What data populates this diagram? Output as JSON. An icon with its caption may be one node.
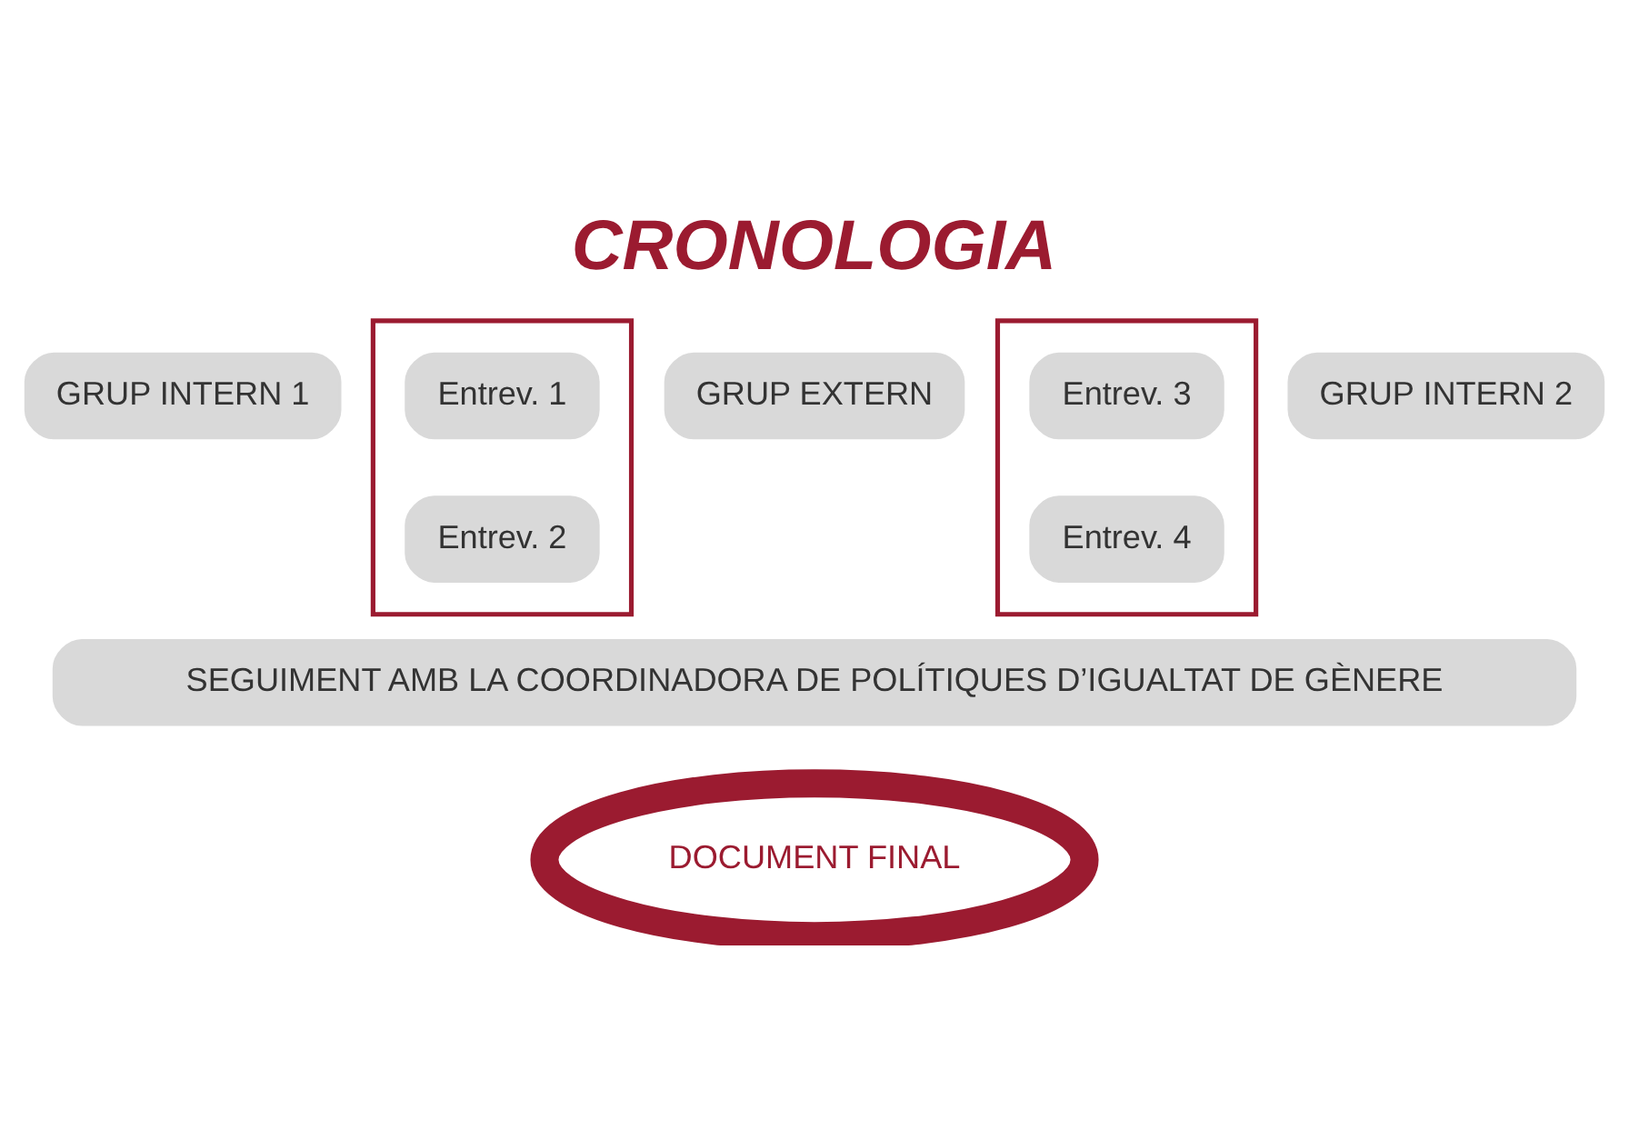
{
  "diagram": {
    "title": "CRONOLOGIA",
    "nodes": [
      {
        "text": [
          "GRUP INTERN 1"
        ]
      },
      {
        "text": [],
        "shape": "box"
      },
      {
        "text": [
          "Entrev. 1"
        ],
        "in": 1
      },
      {
        "text": [
          "Entrev. 2"
        ],
        "in": 1
      },
      {
        "text": [
          "GRUP EXTERN"
        ]
      },
      {
        "text": [],
        "shape": "box"
      },
      {
        "text": [
          "Entrev. 3"
        ],
        "in": 5
      },
      {
        "text": [
          "Entrev. 4"
        ],
        "in": 5
      },
      {
        "text": [
          "GRUP INTERN 2"
        ]
      },
      {
        "text": [
          "SEGUIMENT AMB LA COORDINADORA DE POLÍTIQUES D’IGUALTAT DE GÈNERE"
        ]
      },
      {
        "text": [
          "DOCUMENT FINAL"
        ]
      }
    ],
    "edges": []
  }
}
